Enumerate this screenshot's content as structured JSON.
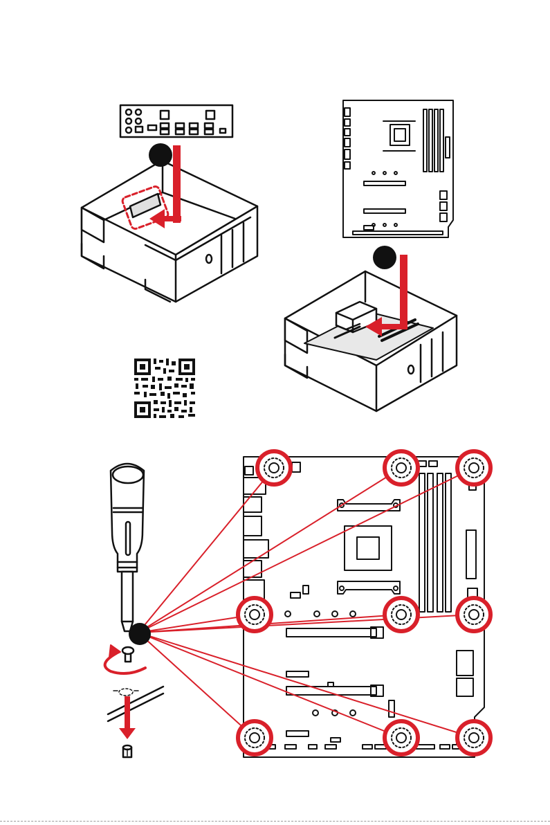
{
  "page": {
    "background": "#ffffff"
  },
  "colors": {
    "accent": "#d9202a",
    "outline": "#111111",
    "fill": "#ffffff",
    "board": "#e8e8e8"
  },
  "steps": [
    {
      "id": "step-1",
      "label": ""
    },
    {
      "id": "step-2",
      "label": ""
    },
    {
      "id": "step-3",
      "label": ""
    }
  ],
  "icons": [
    "io-shield-icon",
    "pc-case-icon",
    "motherboard-icon",
    "qr-code-icon",
    "screwdriver-icon",
    "screw-icon",
    "standoff-icon",
    "rotate-arrow-icon",
    "down-arrow-icon"
  ],
  "screw_holes": {
    "count": 9
  }
}
